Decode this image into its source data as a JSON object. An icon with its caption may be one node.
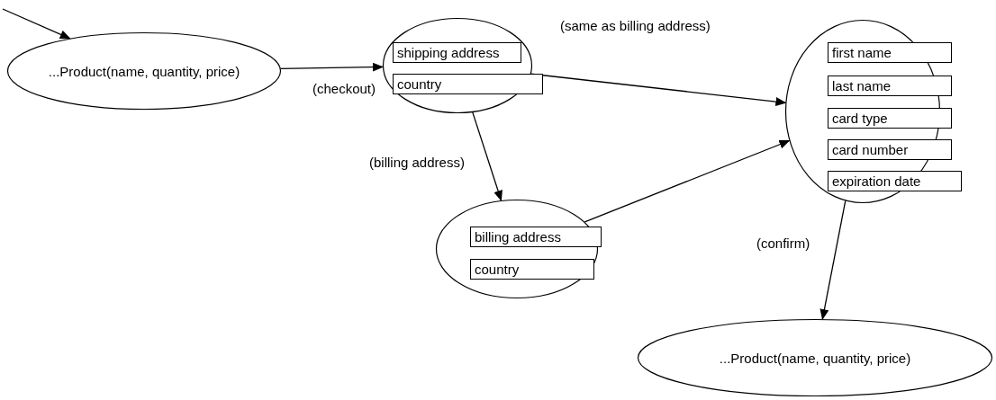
{
  "diagram": {
    "nodes": [
      {
        "text": [
          "...Product(name, quantity, price)"
        ]
      },
      {
        "text": [],
        "shape": "ellipse"
      },
      {
        "text": [
          "shipping address"
        ],
        "in": 1
      },
      {
        "text": [
          "country"
        ],
        "in": 1
      },
      {
        "text": [],
        "shape": "ellipse"
      },
      {
        "text": [
          "first name"
        ],
        "in": 4
      },
      {
        "text": [
          "last name"
        ],
        "in": 4
      },
      {
        "text": [
          "card type"
        ],
        "in": 4
      },
      {
        "text": [
          "card number"
        ],
        "in": 4
      },
      {
        "text": [
          "expiration date"
        ],
        "in": 4
      },
      {
        "text": [],
        "shape": "ellipse"
      },
      {
        "text": [
          "billing address"
        ],
        "in": 10
      },
      {
        "text": [
          "country"
        ],
        "in": 10
      },
      {
        "text": [
          "...Product(name, quantity, price)"
        ]
      }
    ],
    "edges": [
      {
        "from": null,
        "to": 0,
        "arrow": "to"
      },
      {
        "from": 0,
        "to": 1,
        "arrow": "to",
        "label": "(checkout)"
      },
      {
        "from": 1,
        "to": 4,
        "arrow": "to",
        "label": "(same as billing address)"
      },
      {
        "from": 1,
        "to": 10,
        "arrow": "to",
        "label": "(billing address)"
      },
      {
        "from": 10,
        "to": 4,
        "arrow": "to"
      },
      {
        "from": 4,
        "to": 13,
        "arrow": "to",
        "label": "(confirm)"
      }
    ]
  }
}
